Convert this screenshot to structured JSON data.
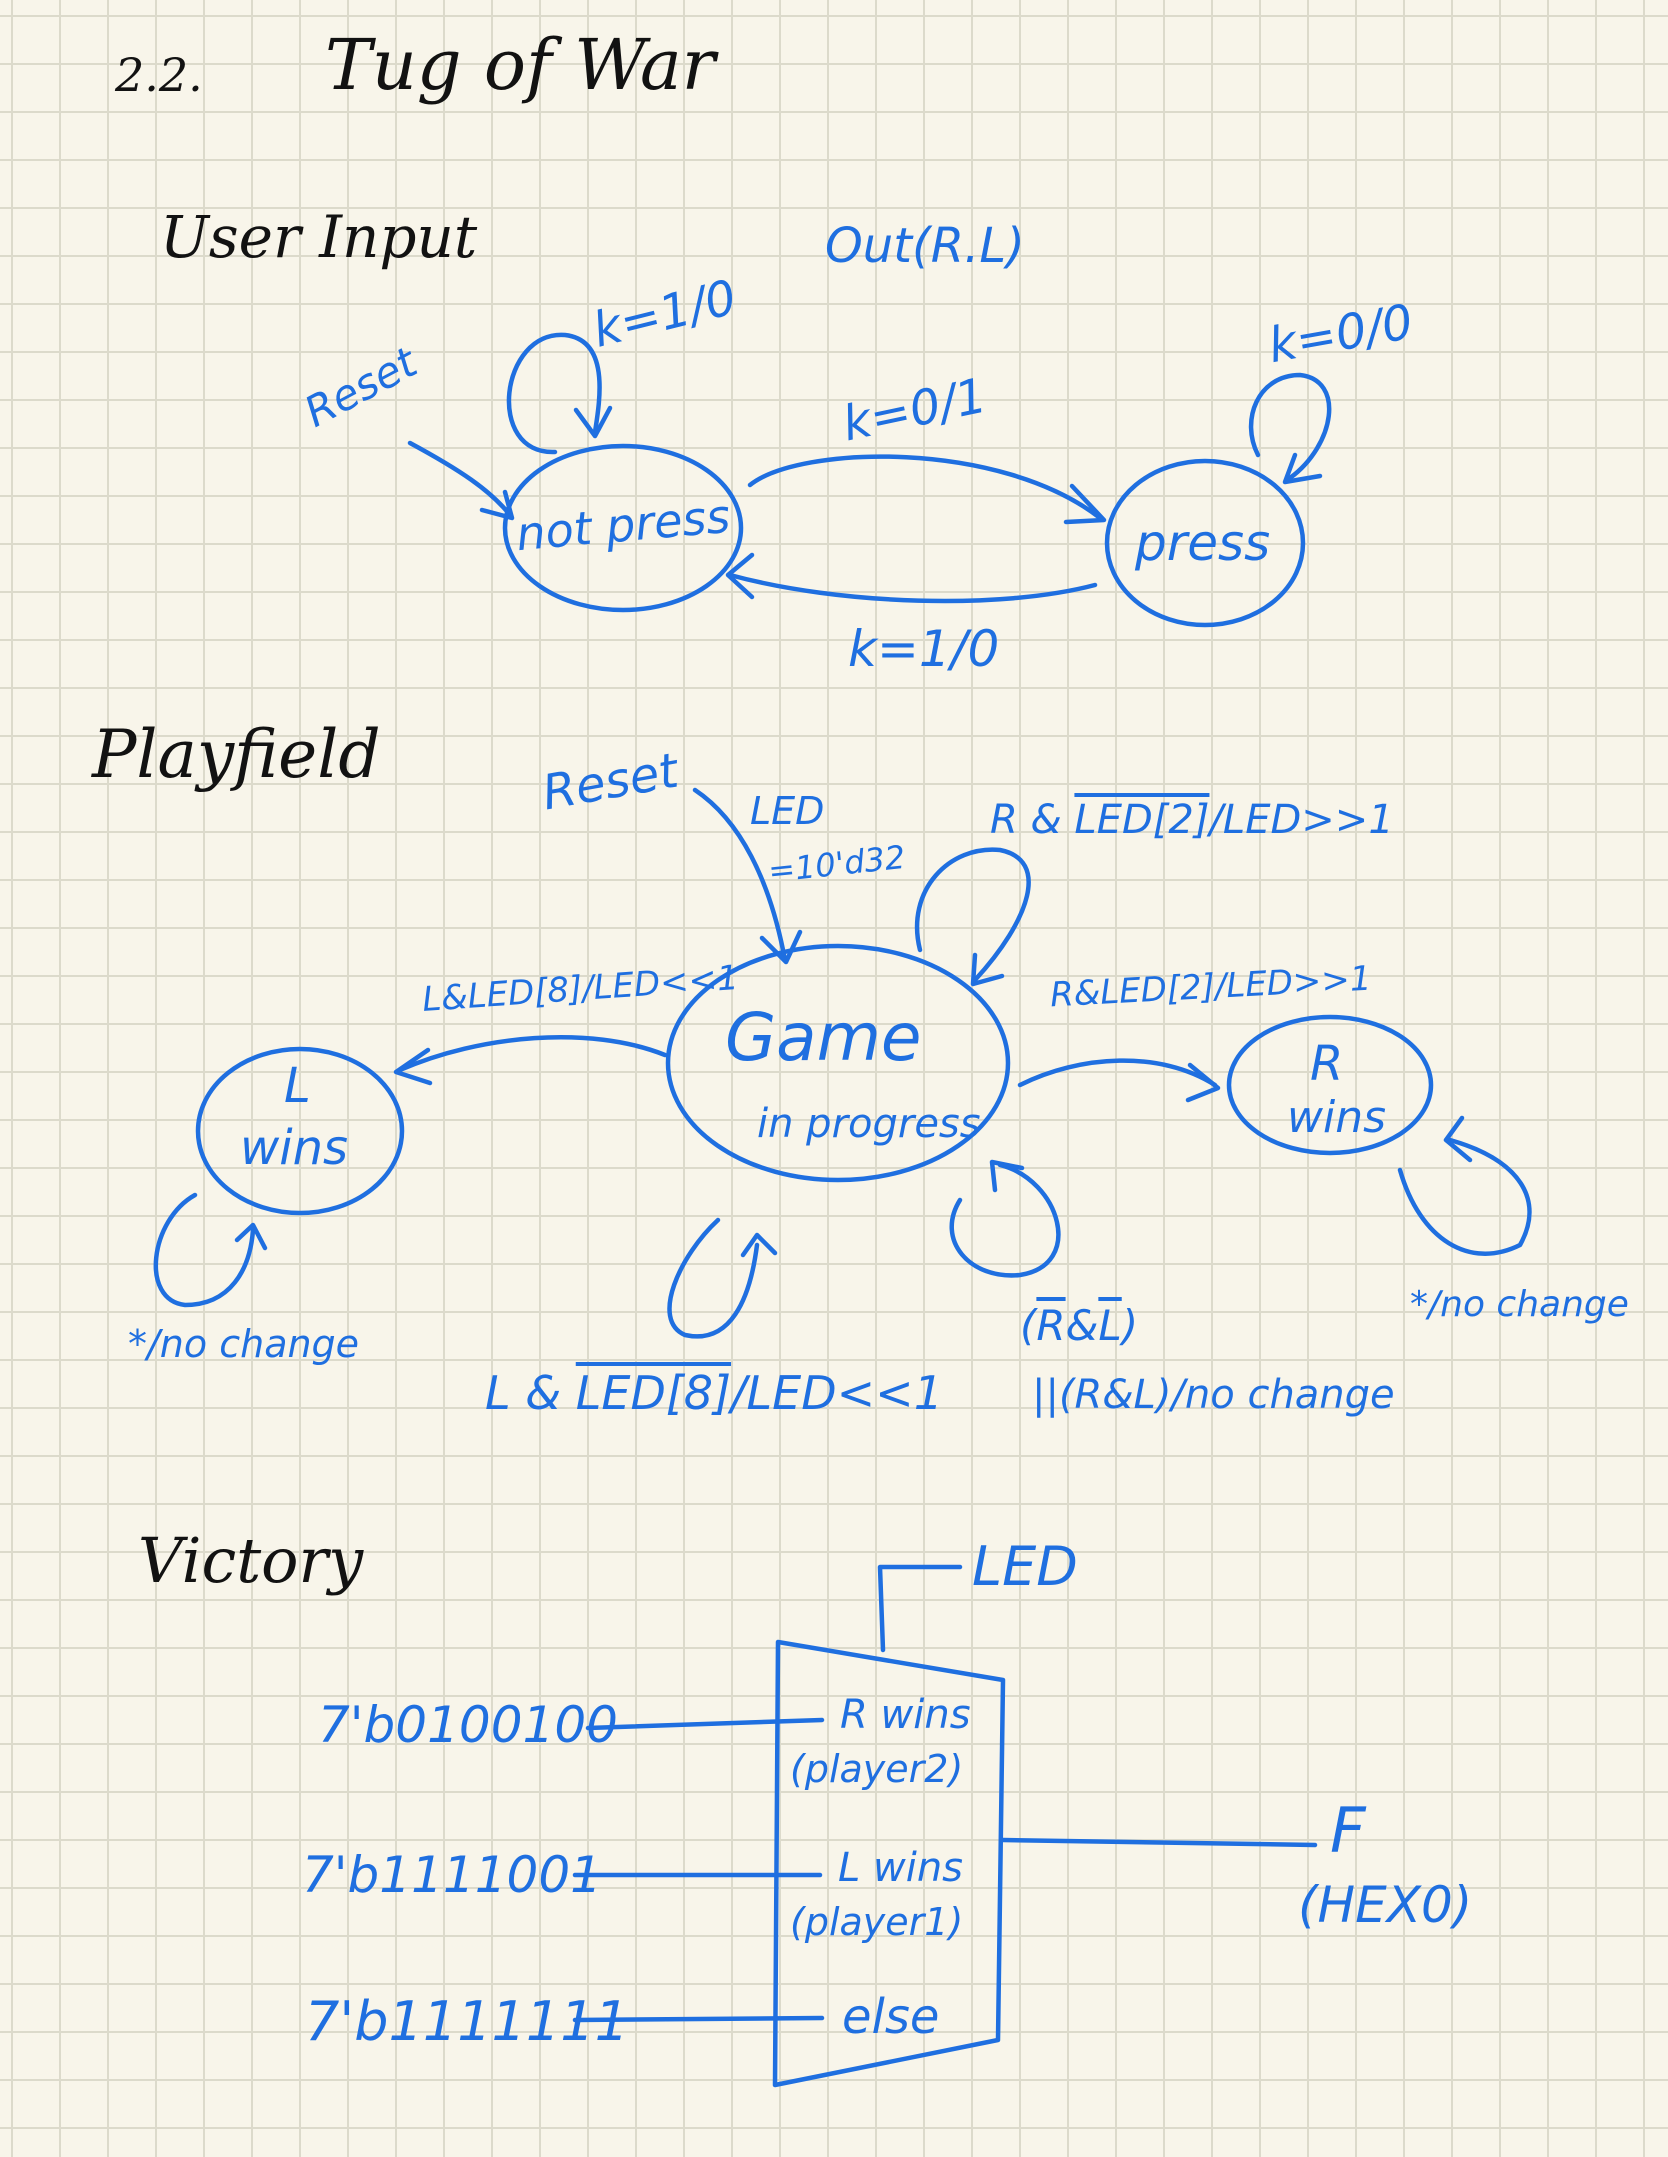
{
  "heading": {
    "number": "2.2.",
    "title": "Tug of War"
  },
  "user_input": {
    "title": "User Input",
    "output_label": "Out(R.L)",
    "reset_label": "Reset",
    "states": [
      "not press",
      "press"
    ],
    "transitions": {
      "not_press_self": "k=1/0",
      "not_press_to_press": "k=0/1",
      "press_to_not_press": "k=1/0",
      "press_self": "k=0/0"
    }
  },
  "playfield": {
    "title": "Playfield",
    "reset_label": "Reset",
    "reset_value_line1": "LED",
    "reset_value_line2": "=10'd32",
    "states": {
      "game_line1": "Game",
      "game_line2": "in progress",
      "l_wins_line1": "L",
      "l_wins_line2": "wins",
      "r_wins_line1": "R",
      "r_wins_line2": "wins"
    },
    "transitions": {
      "to_l_wins": "L&LED[8]/LED<<1",
      "to_r_wins": "R&LED[2]/LED>>1",
      "r_self_prefix": "R & ",
      "r_self_cond": "LED[2]",
      "r_self_action": "/LED>>1",
      "l_self_prefix": "L & ",
      "l_self_cond": "LED[8]",
      "l_self_action": "/LED<<1",
      "neither_open": "(",
      "neither_r": "R",
      "neither_amp": "&",
      "neither_l": "L",
      "neither_close": ")",
      "neither_line2": "||(R&L)/no change",
      "l_wins_self": "*/no change",
      "r_wins_self": "*/no change"
    }
  },
  "victory": {
    "title": "Victory",
    "inputs": [
      "7'b0100100",
      "7'b1111001",
      "7'b1111111"
    ],
    "select_label": "LED",
    "mux_rows": [
      {
        "line1": "R wins",
        "line2": "(player2)"
      },
      {
        "line1": "L wins",
        "line2": "(player1)"
      },
      {
        "line1": "else",
        "line2": ""
      }
    ],
    "output_label": "F",
    "output_sub": "(HEX0)"
  }
}
